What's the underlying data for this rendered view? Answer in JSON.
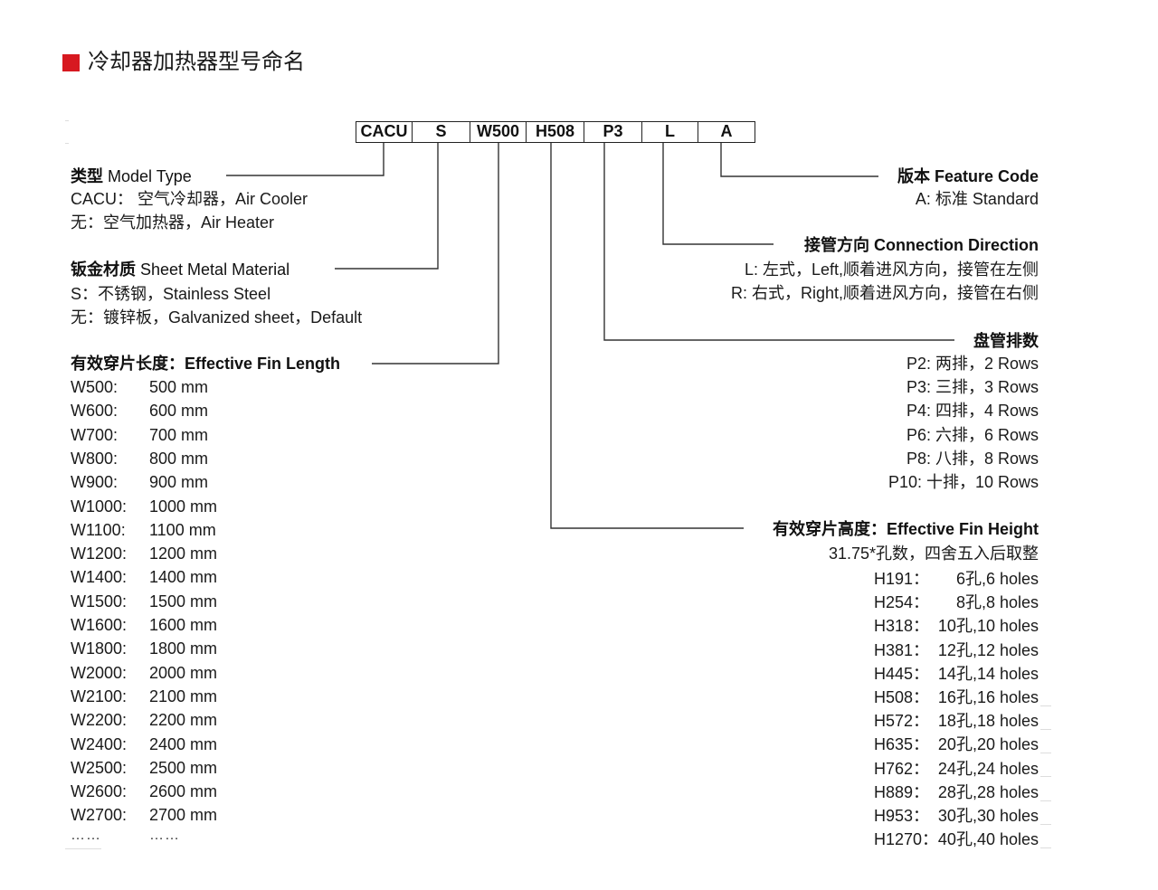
{
  "title": "冷却器加热器型号命名",
  "code_boxes": [
    "CACU",
    "S",
    "W500",
    "H508",
    "P3",
    "L",
    "A"
  ],
  "model_type": {
    "heading_cn": "类型",
    "heading_en": "Model Type",
    "lines": [
      "CACU：  空气冷却器，Air Cooler",
      "无：空气加热器，Air Heater"
    ]
  },
  "material": {
    "heading_cn": "钣金材质",
    "heading_en": "Sheet Metal Material",
    "lines": [
      "S：不锈钢，Stainless Steel",
      "无：镀锌板，Galvanized sheet，Default"
    ]
  },
  "fin_length": {
    "heading": "有效穿片长度：Effective Fin Length",
    "rows": [
      {
        "code": "W500:",
        "value": "500 mm"
      },
      {
        "code": "W600:",
        "value": "600 mm"
      },
      {
        "code": "W700:",
        "value": "700 mm"
      },
      {
        "code": "W800:",
        "value": "800 mm"
      },
      {
        "code": "W900:",
        "value": "900 mm"
      },
      {
        "code": "W1000:",
        "value": "1000 mm"
      },
      {
        "code": "W1100:",
        "value": "1100 mm"
      },
      {
        "code": "W1200:",
        "value": "1200 mm"
      },
      {
        "code": "W1400:",
        "value": "1400 mm"
      },
      {
        "code": "W1500:",
        "value": "1500 mm"
      },
      {
        "code": "W1600:",
        "value": "1600 mm"
      },
      {
        "code": "W1800:",
        "value": "1800 mm"
      },
      {
        "code": "W2000:",
        "value": "2000 mm"
      },
      {
        "code": "W2100:",
        "value": "2100 mm"
      },
      {
        "code": "W2200:",
        "value": "2200 mm"
      },
      {
        "code": "W2400:",
        "value": "2400 mm"
      },
      {
        "code": "W2500:",
        "value": "2500 mm"
      },
      {
        "code": "W2600:",
        "value": "2600 mm"
      },
      {
        "code": "W2700:",
        "value": "2700 mm"
      }
    ],
    "more_code": "……",
    "more_value": "……"
  },
  "feature_code": {
    "heading": "版本 Feature Code",
    "lines": [
      "A: 标准 Standard"
    ]
  },
  "connection": {
    "heading": "接管方向 Connection Direction",
    "lines": [
      "L: 左式，Left,顺着进风方向，接管在左侧",
      "R: 右式，Right,顺着进风方向，接管在右侧"
    ]
  },
  "rows": {
    "heading": "盘管排数",
    "lines": [
      "P2: 两排，2 Rows",
      "P3: 三排，3 Rows",
      "P4: 四排，4 Rows",
      "P6: 六排，6 Rows",
      "P8: 八排，8 Rows",
      "P10: 十排，10 Rows"
    ]
  },
  "fin_height": {
    "heading": "有效穿片高度：Effective Fin Height",
    "note": "31.75*孔数，四舍五入后取整",
    "rows": [
      {
        "code": "H191：",
        "value": "6孔,6 holes"
      },
      {
        "code": "H254：",
        "value": "8孔,8 holes"
      },
      {
        "code": "H318：",
        "value": "10孔,10 holes"
      },
      {
        "code": "H381：",
        "value": "12孔,12 holes"
      },
      {
        "code": "H445：",
        "value": "14孔,14 holes"
      },
      {
        "code": "H508：",
        "value": "16孔,16 holes"
      },
      {
        "code": "H572：",
        "value": "18孔,18 holes"
      },
      {
        "code": "H635：",
        "value": "20孔,20 holes"
      },
      {
        "code": "H762：",
        "value": "24孔,24 holes"
      },
      {
        "code": "H889：",
        "value": "28孔,28 holes"
      },
      {
        "code": "H953：",
        "value": "30孔,30 holes"
      },
      {
        "code": "H1270：",
        "value": "40孔,40 holes"
      }
    ]
  }
}
